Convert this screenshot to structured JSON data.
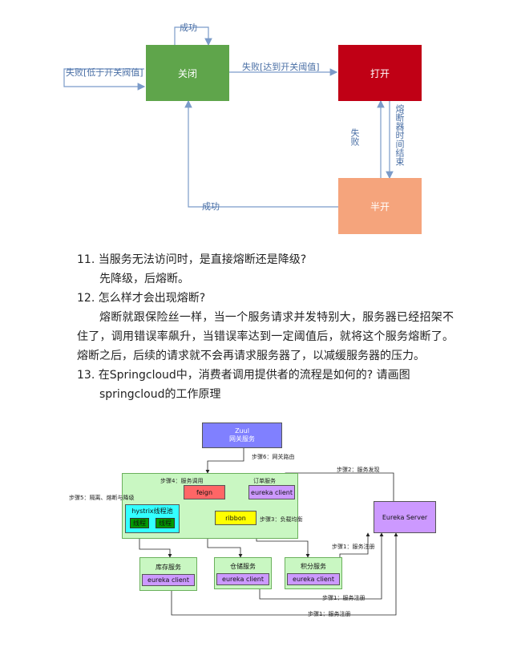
{
  "state_diagram": {
    "closed": {
      "label": "关闭",
      "color": "#5fa54b"
    },
    "open": {
      "label": "打开",
      "color": "#c00015"
    },
    "half_open": {
      "label": "半开",
      "color": "#f5a47c"
    },
    "success_top": "成功",
    "fail_left": "失败[低于开关阀值]",
    "fail_to_open": "失败[达到开关阈值]",
    "fail_vertical": "失败",
    "timer_vertical": "熔断器时间结束",
    "success_bottom": "成功",
    "arrow_color": "#7b9bc9"
  },
  "qa": {
    "q11": "11. 当服务无法访问时，是直接熔断还是降级?",
    "a11": "先降级，后熔断。",
    "q12": "12. 怎么样才会出现熔断?",
    "a12": "熔断就跟保险丝一样，当一个服务请求并发特别大，服务器已经招架不住了，调用错误率飙升，当错误率达到一定阈值后，就将这个服务熔断了。熔断之后，后续的请求就不会再请求服务器了，以减缓服务器的压力。",
    "q13": "13. 在Springcloud中，消费者调用提供者的流程是如何的? 请画图",
    "a13": "springcloud的工作原理"
  },
  "arch": {
    "zuul": "Zuul",
    "zuul_sub": "网关服务",
    "step6": "步骤6：网关路由",
    "step2": "步骤2：服务发现",
    "step4": "步骤4：服务调用",
    "order_service": "订单服务",
    "feign": "feign",
    "eureka_client": "eureka client",
    "step5": "步骤5：隔离、熔断与降级",
    "hystrix": "hystrix线程池",
    "thread1": "线程",
    "thread2": "线程",
    "ribbon": "ribbon",
    "step3": "步骤3：负载均衡",
    "eureka_server": "Eureka Server",
    "step1_reg": "步骤1：服务注册",
    "inventory": "库存服务",
    "warehouse": "仓储服务",
    "points": "积分服务",
    "step1_a": "步骤1：服务注册",
    "step1_b": "步骤1：服务注册"
  }
}
